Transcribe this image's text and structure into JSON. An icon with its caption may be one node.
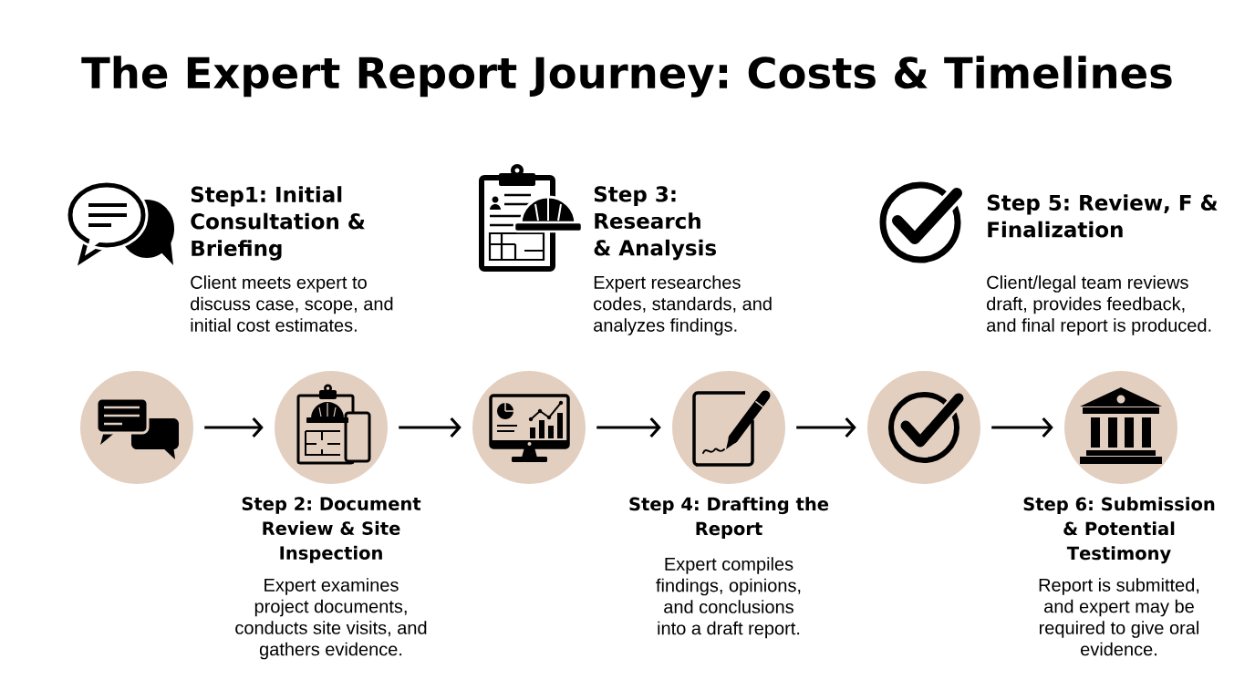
{
  "diagram": {
    "title": "The Expert Report Journey: Costs & Timelines",
    "nodes": [
      {
        "text": [],
        "shape": "circle",
        "beside": [
          "Step1: Initial Consultation & Briefing",
          "Client meets expert to discuss case, scope, and initial cost estimates."
        ]
      },
      {
        "text": [],
        "shape": "circle",
        "beside": [
          "Step 2: Document Review & Site Inspection",
          "Expert examines project documents, conducts site visits, and gathers evidence."
        ]
      },
      {
        "text": [],
        "shape": "circle",
        "beside": [
          "Step 3: Research & Analysis",
          "Expert researches codes, standards, and analyzes findings."
        ]
      },
      {
        "text": [],
        "shape": "circle",
        "beside": [
          "Step 4: Drafting the Report",
          "Expert compiles findings, opinions, and conclusions into a draft report."
        ]
      },
      {
        "text": [],
        "shape": "circle",
        "beside": [
          "Step 5: Review, F & Finalization",
          "Client/legal team reviews draft, provides feedback, and final report is produced."
        ]
      },
      {
        "text": [],
        "shape": "circle",
        "beside": [
          "Step 6: Submission & Potential Testimony",
          "Report is submitted, and expert may be required to give oral evidence."
        ]
      }
    ],
    "edges": [
      {
        "from": 0,
        "to": 1,
        "arrow": "to"
      },
      {
        "from": 1,
        "to": 2,
        "arrow": "to"
      },
      {
        "from": 2,
        "to": 3,
        "arrow": "to"
      },
      {
        "from": 3,
        "to": 4,
        "arrow": "to"
      },
      {
        "from": 4,
        "to": 5,
        "arrow": "to"
      }
    ]
  }
}
